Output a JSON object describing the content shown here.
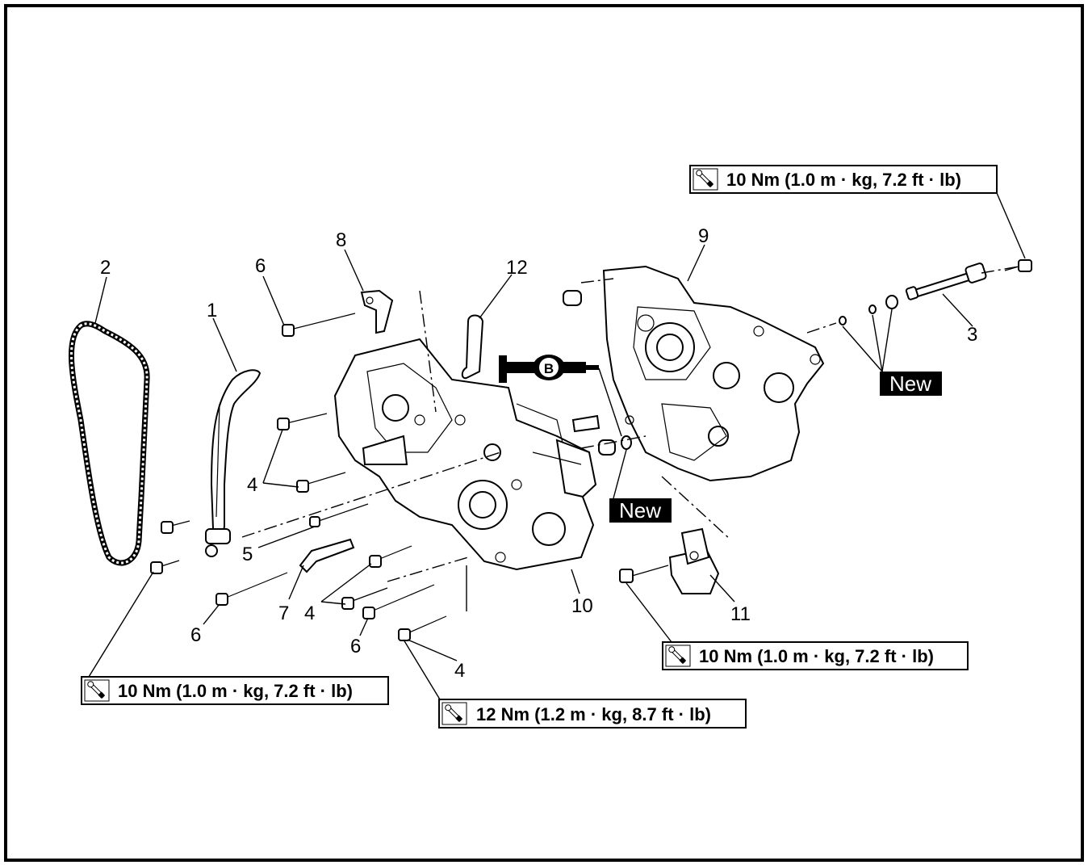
{
  "callouts": [
    "1",
    "2",
    "3",
    "4",
    "5",
    "6",
    "7",
    "8",
    "9",
    "10",
    "11",
    "12"
  ],
  "torque_labels": {
    "top_right": "10 Nm (1.0 m · kg, 7.2 ft · lb)",
    "bottom_left": "10 Nm (1.0 m · kg, 7.2 ft · lb)",
    "bottom_center": "12 Nm (1.2 m · kg, 8.7 ft · lb)",
    "bottom_right": "10 Nm (1.0 m · kg, 7.2 ft · lb)"
  },
  "new_label": "New",
  "sealant_mark": "B",
  "icons": {
    "torque": "torque-wrench-icon",
    "sealant": "sealant-tube-icon"
  }
}
